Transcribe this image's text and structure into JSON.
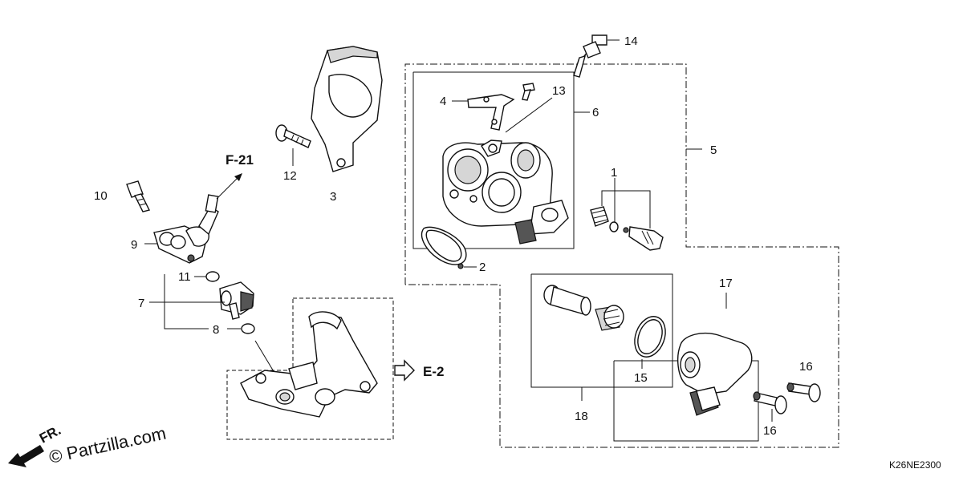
{
  "callouts": {
    "c1": "1",
    "c2": "2",
    "c3": "3",
    "c4": "4",
    "c5": "5",
    "c6": "6",
    "c7": "7",
    "c8": "8",
    "c9": "9",
    "c10": "10",
    "c11": "11",
    "c12": "12",
    "c13": "13",
    "c14": "14",
    "c15": "15",
    "c16a": "16",
    "c16b": "16",
    "c17": "17",
    "c18": "18"
  },
  "refs": {
    "f21": "F-21",
    "e2": "E-2",
    "fr": "FR."
  },
  "watermark": "© Partzilla.com",
  "diagram_code": "K26NE2300"
}
